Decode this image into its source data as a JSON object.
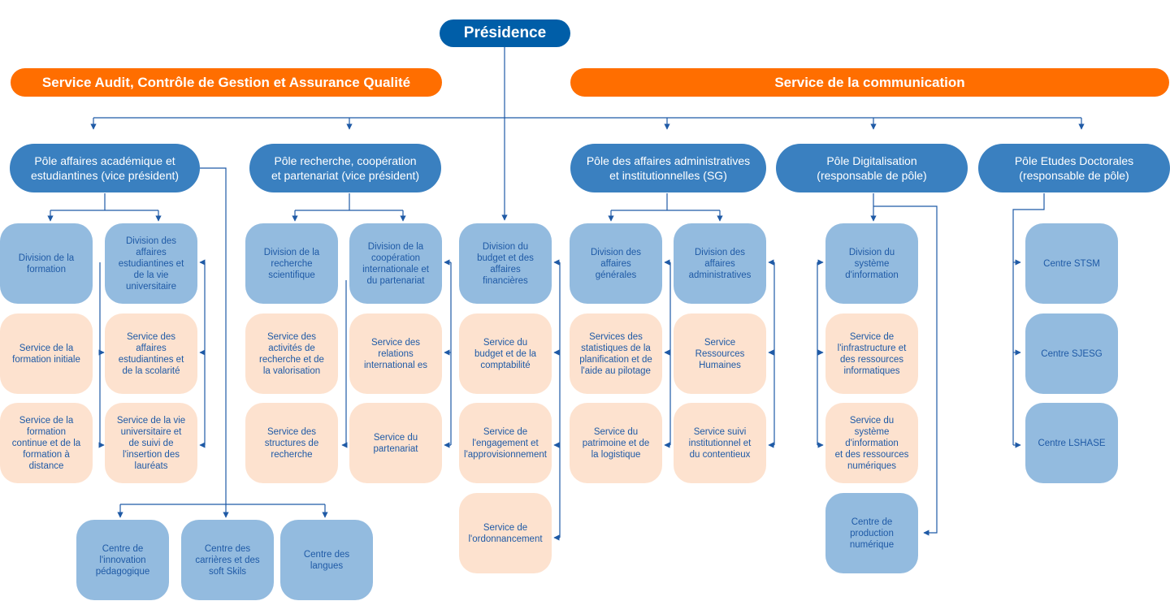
{
  "presidence": "Présidence",
  "audit": "Service Audit, Contrôle de Gestion et Assurance Qualité",
  "communication": "Service de la communication",
  "poles": {
    "academique": "Pôle affaires académique et\nestudiantines (vice président)",
    "recherche": "Pôle recherche, coopération\net partenariat (vice président)",
    "administratif": "Pôle des affaires administratives\net institutionnelles (SG)",
    "digital": "Pôle Digitalisation\n(responsable de pôle)",
    "doctoral": "Pôle Etudes Doctorales\n(responsable de pôle)"
  },
  "academique": {
    "div_formation": "Division de la\nformation",
    "div_vie": "Division des\naffaires\nestudiantines et\nde la vie\nuniversitaire",
    "svc_initiale": "Service de la\nformation initiale",
    "svc_scolarite": "Service des\naffaires\nestudiantines et\nde la scolarité",
    "svc_continue": "Service de la\nformation\ncontinue et de la\nformation à\ndistance",
    "svc_insertion": "Service de la vie\nuniversitaire et\nde suivi de\nl'insertion des\nlauréats",
    "centre_innovation": "Centre de\nl'innovation\npédagogique",
    "centre_carrieres": "Centre des\ncarrières et des\nsoft Skils",
    "centre_langues": "Centre des\nlangues"
  },
  "recherche": {
    "div_recherche": "Division de la\nrecherche\nscientifique",
    "div_cooperation": "Division de la\ncoopération\ninternationale et\ndu partenariat",
    "svc_activites": "Service des\nactivités de\nrecherche et de\nla valorisation",
    "svc_relations": "Service des\nrelations\ninternational es",
    "svc_structures": "Service des\nstructures de\nrecherche",
    "svc_partenariat": "Service du\npartenariat"
  },
  "finances": {
    "div_budget": "Division du\nbudget et des\naffaires\nfinancières",
    "svc_budget": "Service du\nbudget et de la\ncomptabilité",
    "svc_engagement": "Service de\nl'engagement et\nl'approvisionnement",
    "svc_ordonnancement": "Service de\nl'ordonnancement"
  },
  "administratif": {
    "div_generales": "Division des\naffaires\ngénérales",
    "div_administratives": "Division des\naffaires\nadministratives",
    "svc_statistiques": "Services des\nstatistiques de la\nplanification et de\nl'aide au pilotage",
    "svc_rh": "Service\nRessources\nHumaines",
    "svc_patrimoine": "Service du\npatrimoine et de\nla logistique",
    "svc_contentieux": "Service suivi\ninstitutionnel et\ndu contentieux"
  },
  "digital": {
    "div_si": "Division du\nsystème\nd'information",
    "svc_infra": "Service de\nl'infrastructure et\ndes ressources\ninformatiques",
    "svc_systeme": "Service du\nsystème\nd'information\net des ressources\nnumériques",
    "centre_production": "Centre de\nproduction\nnumérique"
  },
  "doctoral": {
    "centre_stsm": "Centre STSM",
    "centre_sjesg": "Centre SJESG",
    "centre_lshase": "Centre LSHASE"
  }
}
